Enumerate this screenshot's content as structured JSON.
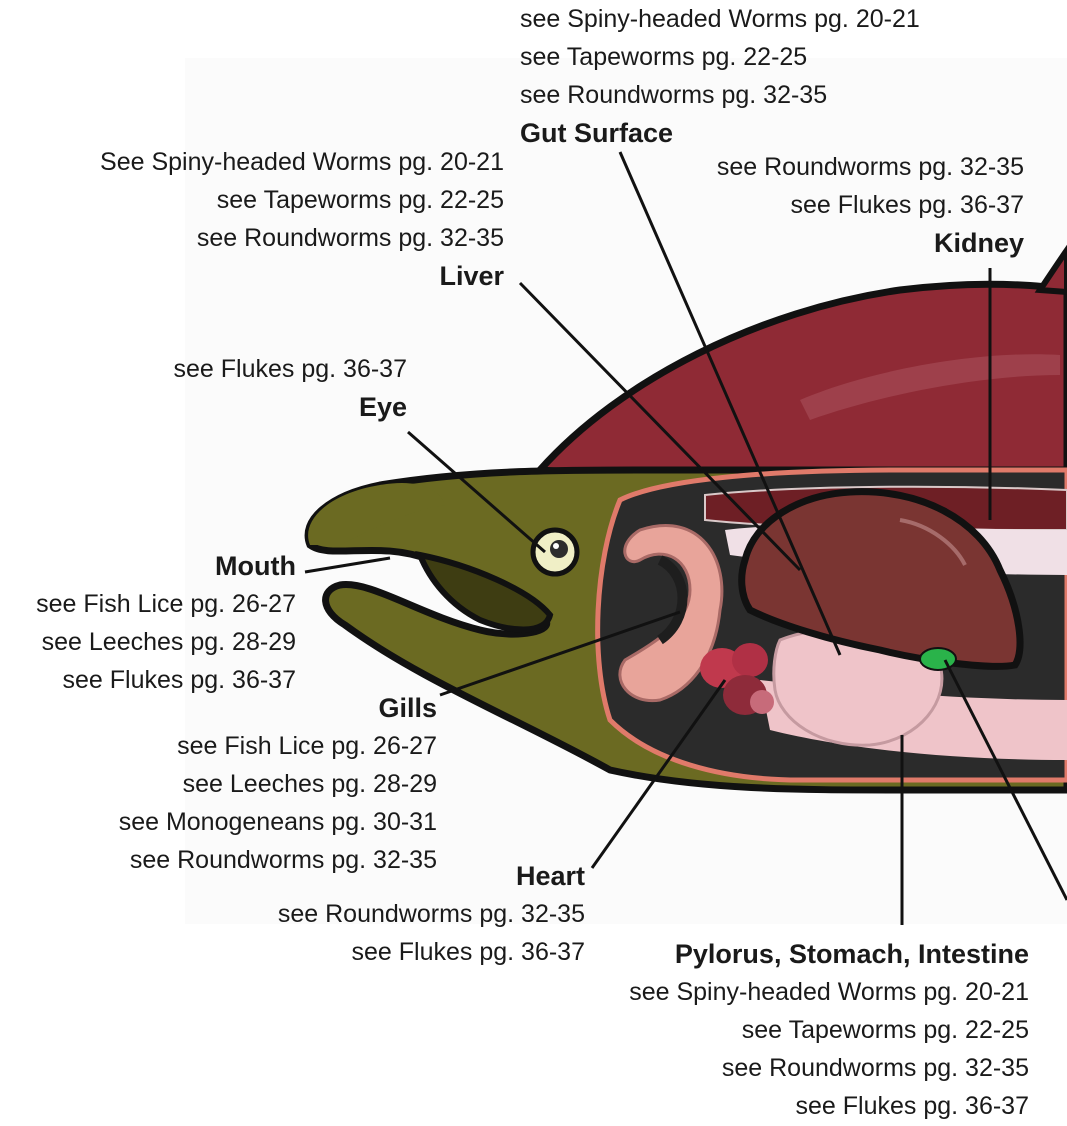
{
  "labels": {
    "gut_surface": {
      "title": "Gut Surface",
      "refs_above": [
        "see Spiny-headed Worms pg. 20-21",
        "see Tapeworms pg. 22-25",
        "see Roundworms pg. 32-35"
      ]
    },
    "kidney": {
      "title": "Kidney",
      "refs_above": [
        "see Roundworms pg. 32-35",
        "see Flukes pg. 36-37"
      ]
    },
    "liver": {
      "title": "Liver",
      "refs_above": [
        "See Spiny-headed Worms pg. 20-21",
        "see Tapeworms pg. 22-25",
        "see Roundworms pg. 32-35"
      ]
    },
    "eye": {
      "title": "Eye",
      "refs_above": [
        "see Flukes pg. 36-37"
      ]
    },
    "mouth": {
      "title": "Mouth",
      "refs": [
        "see Fish Lice pg. 26-27",
        "see Leeches pg. 28-29",
        "see Flukes pg. 36-37"
      ]
    },
    "gills": {
      "title": "Gills",
      "refs": [
        "see Fish Lice pg. 26-27",
        "see Leeches pg. 28-29",
        "see Monogeneans pg. 30-31",
        "see Roundworms pg. 32-35"
      ]
    },
    "heart": {
      "title": "Heart",
      "refs": [
        "see Roundworms pg. 32-35",
        "see Flukes pg. 36-37"
      ]
    },
    "digestive": {
      "title": "Pylorus, Stomach, Intestine",
      "refs": [
        "see Spiny-headed Worms pg. 20-21",
        "see Tapeworms pg. 22-25",
        "see Roundworms pg. 32-35",
        "see Flukes pg. 36-37"
      ]
    }
  },
  "colors": {
    "head": "#6b6a22",
    "body": "#8f2a35",
    "outline": "#111111",
    "liver": "#7a3532",
    "gills": "#e8a49a",
    "heart": "#c0394d",
    "intestine": "#efc4c9",
    "green_dot": "#2ab34a"
  }
}
